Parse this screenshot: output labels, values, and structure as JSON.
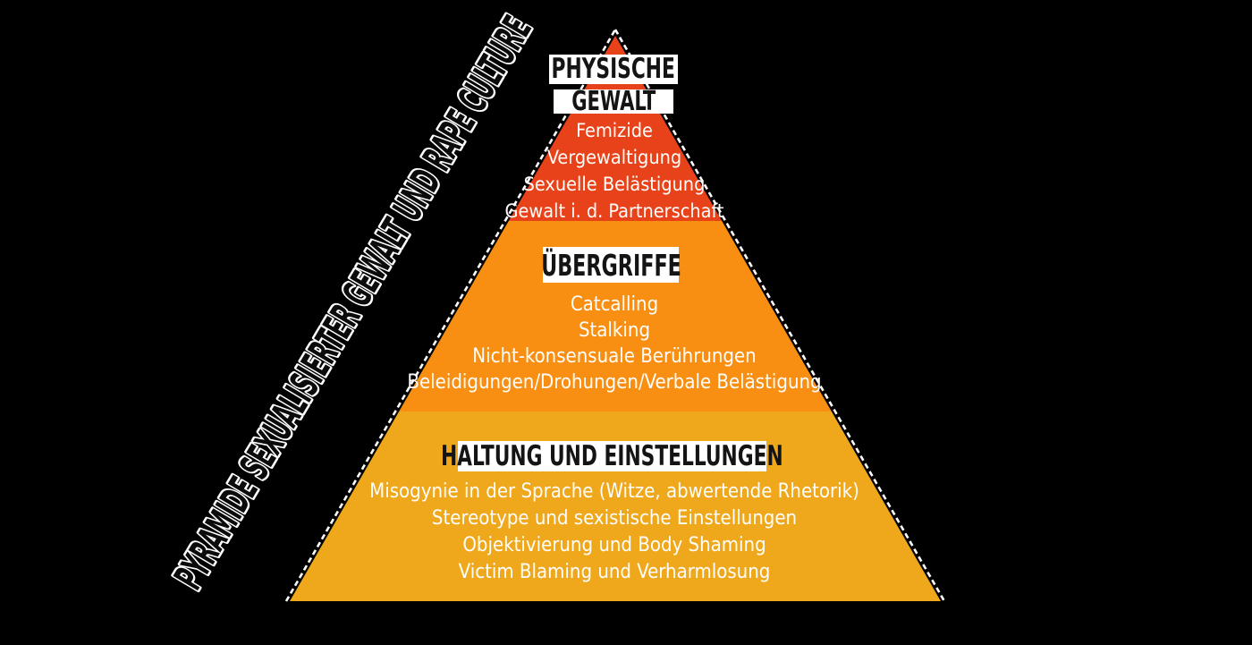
{
  "title": {
    "text": "PYRAMIDE SEXUALISIERTER GEWALT UND RAPE CULTURE"
  },
  "colors": {
    "background": "#000000",
    "level_top_red": "#E8421A",
    "level_middle_orange": "#F88F12",
    "level_bottom_amber": "#EFA81C",
    "label_box_bg": "#FFFFFF",
    "label_text": "#141414",
    "item_text": "#FFFFFF",
    "edge_stitch": "#FFFFFF"
  },
  "pyramid": {
    "levels": [
      {
        "id": "physische-gewalt",
        "label_line1": "PHYSISCHE",
        "label_line2": "GEWALT",
        "items": [
          "Femizide",
          "Vergewaltigung",
          "Sexuelle Belästigung",
          "Gewalt i. d. Partnerschaft"
        ]
      },
      {
        "id": "uebergriffe",
        "label": "ÜBERGRIFFE",
        "items": [
          "Catcalling",
          "Stalking",
          "Nicht-konsensuale Berührungen",
          "Beleidigungen/Drohungen/Verbale Belästigung"
        ]
      },
      {
        "id": "haltung-und-einstellungen",
        "label": "HALTUNG UND EINSTELLUNGEN",
        "items": [
          "Misogynie in der Sprache (Witze, abwertende Rhetorik)",
          "Stereotype und sexistische Einstellungen",
          "Objektivierung und Body Shaming",
          "Victim Blaming und Verharmlosung"
        ]
      }
    ]
  }
}
